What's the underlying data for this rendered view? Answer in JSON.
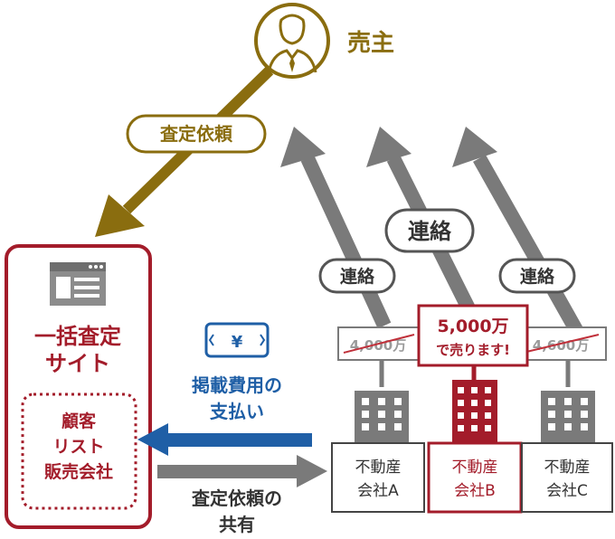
{
  "seller": {
    "label": "売主"
  },
  "request": {
    "label": "査定依頼"
  },
  "site": {
    "title_line1": "一括査定",
    "title_line2": "サイト"
  },
  "customer_list": {
    "line1": "顧客",
    "line2": "リスト",
    "line3": "販売会社"
  },
  "payment": {
    "line1": "掲載費用の",
    "line2": "支払い",
    "icon": "yen-bill-icon"
  },
  "share": {
    "line1": "査定依頼の",
    "line2": "共有"
  },
  "contact": {
    "big": "連絡",
    "small_left": "連絡",
    "small_right": "連絡"
  },
  "offers": {
    "a_price": "4,000万",
    "c_price": "4,600万",
    "b_line1": "5,000万",
    "b_line2": "で売ります!"
  },
  "companies": [
    {
      "line1": "不動産",
      "line2": "会社A"
    },
    {
      "line1": "不動産",
      "line2": "会社B"
    },
    {
      "line1": "不動産",
      "line2": "会社C"
    }
  ],
  "colors": {
    "gold": "#8a6d0f",
    "red": "#a31c2a",
    "blue": "#1f5fa6",
    "gray": "#7a7a7a"
  }
}
